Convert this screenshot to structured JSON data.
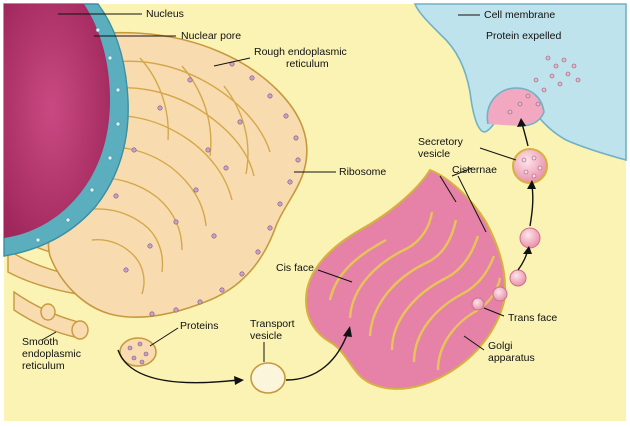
{
  "labels": {
    "nucleus": "Nucleus",
    "nuclear_pore": "Nuclear pore",
    "rough_er": [
      "Rough endoplasmic",
      "reticulum"
    ],
    "ribosome": "Ribosome",
    "smooth_er": [
      "Smooth",
      "endoplasmic",
      "reticulum"
    ],
    "proteins": "Proteins",
    "transport_vesicle": [
      "Transport",
      "vesicle"
    ],
    "cis_face": "Cis face",
    "cisternae": "Cisternae",
    "secretory_vesicle": [
      "Secretory",
      "vesicle"
    ],
    "cell_membrane": "Cell membrane",
    "protein_expelled": "Protein expelled",
    "trans_face": "Trans face",
    "golgi_apparatus": [
      "Golgi",
      "apparatus"
    ]
  },
  "colors": {
    "cytoplasm": "#faf3b4",
    "nucleus": "#b8326e",
    "nuclear_envelope": "#5aaebe",
    "extracellular": "#bfe3ec",
    "er_fill": "#f8dcb0",
    "er_outline": "#c79a3e",
    "golgi_fill": "#e682a8",
    "golgi_outline": "#d6b23c",
    "ribosome": "#c8a0c8",
    "vesicle": "#f6b6c6"
  }
}
